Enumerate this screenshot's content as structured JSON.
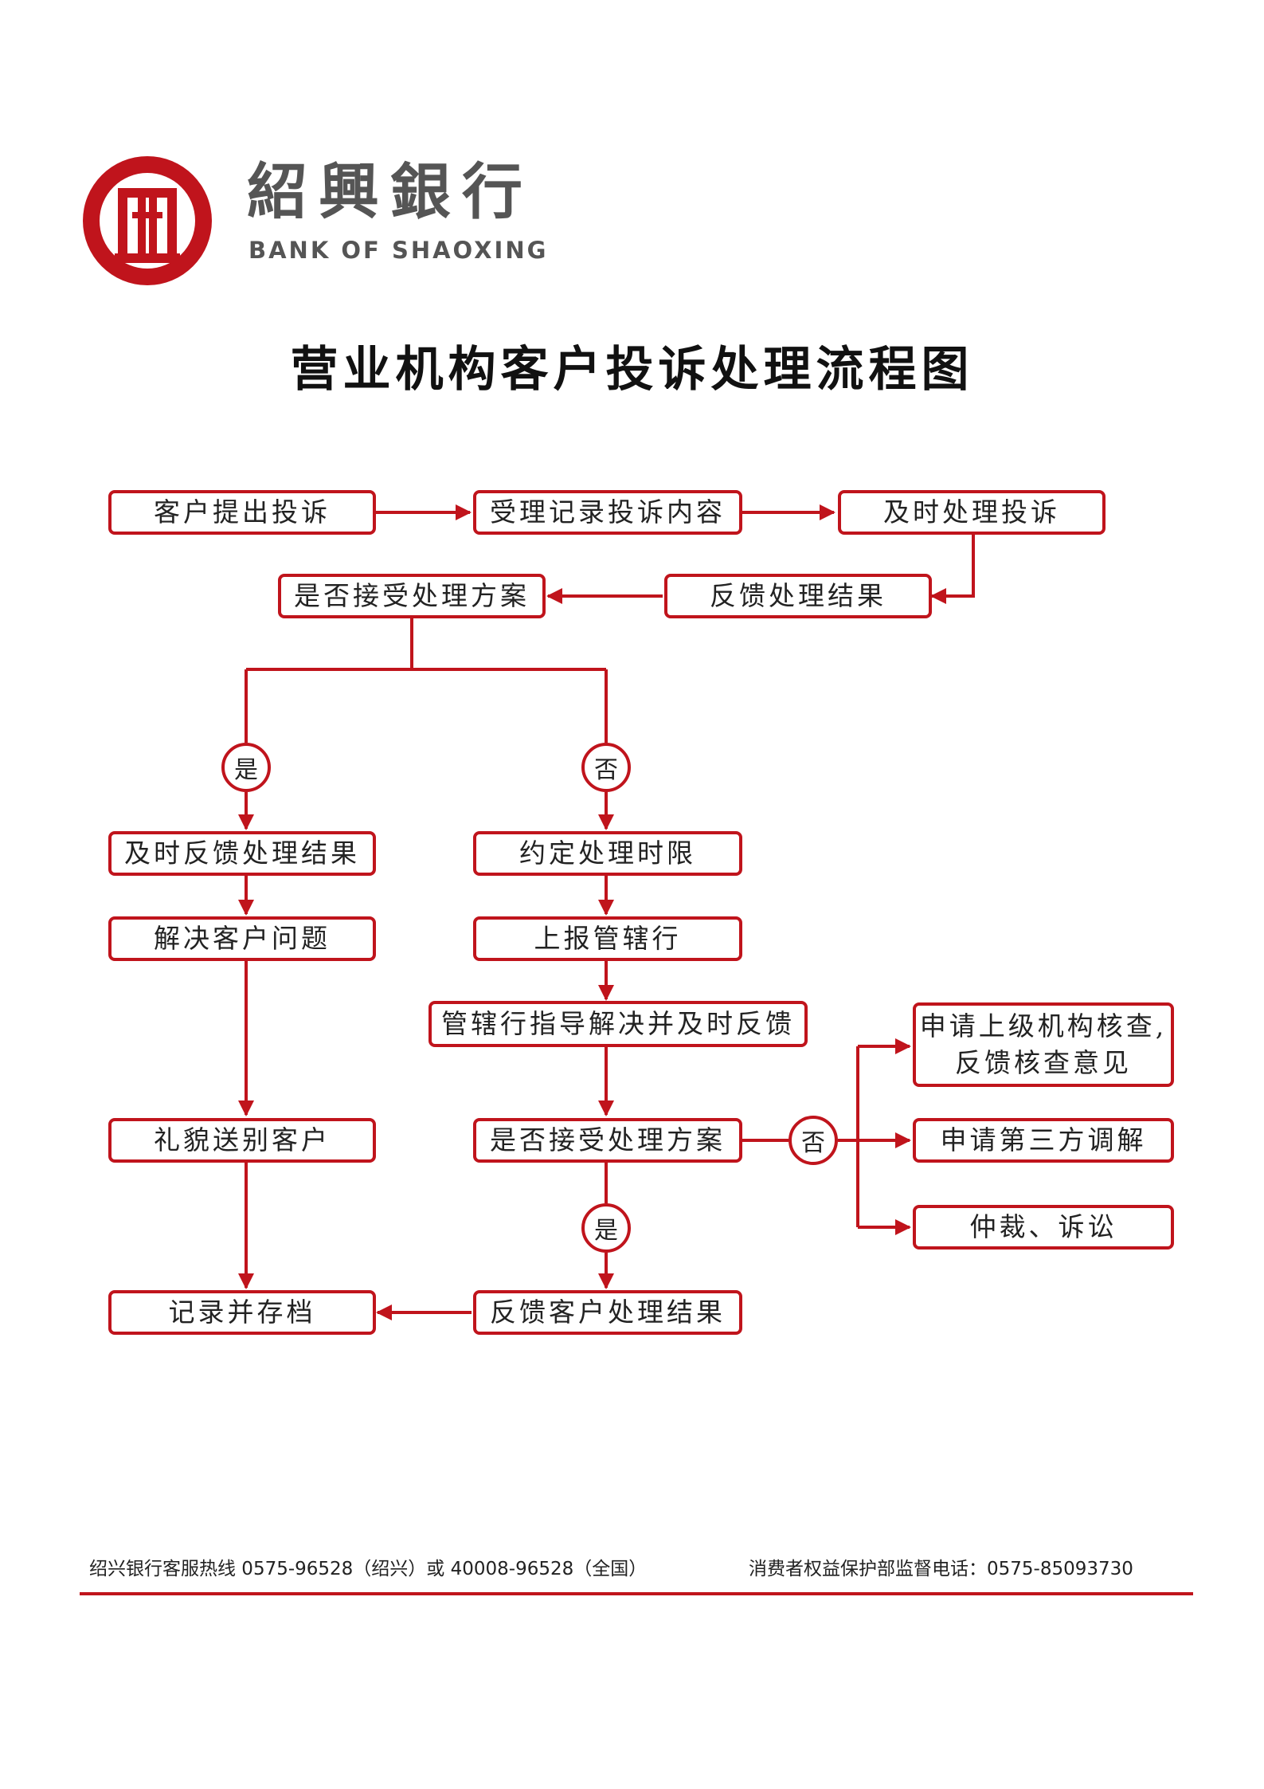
{
  "logo": {
    "name_cn": "紹興銀行",
    "name_en": "BANK OF SHAOXING"
  },
  "title": "营业机构客户投诉处理流程图",
  "nodes": {
    "submit": "客户提出投诉",
    "record": "受理记录投诉内容",
    "handle": "及时处理投诉",
    "feedback1": "反馈处理结果",
    "accept1": "是否接受处理方案",
    "yes1": "是",
    "no1": "否",
    "timely": "及时反馈处理结果",
    "solve": "解决客户问题",
    "farewell": "礼貌送别客户",
    "archive": "记录并存档",
    "deadline": "约定处理时限",
    "report": "上报管辖行",
    "guide": "管辖行指导解决并及时反馈",
    "accept2": "是否接受处理方案",
    "yes2": "是",
    "no2": "否",
    "feedback2": "反馈客户处理结果",
    "superior_line1": "申请上级机构核查,",
    "superior_line2": "反馈核查意见",
    "third_party": "申请第三方调解",
    "arbitration": "仲裁、诉讼"
  },
  "footer": {
    "hotline": "绍兴银行客服热线 0575-96528（绍兴）或 40008-96528（全国）",
    "supervision": "消费者权益保护部监督电话：0575-85093730"
  },
  "colors": {
    "accent": "#c0141c",
    "logo_text": "#555555"
  }
}
